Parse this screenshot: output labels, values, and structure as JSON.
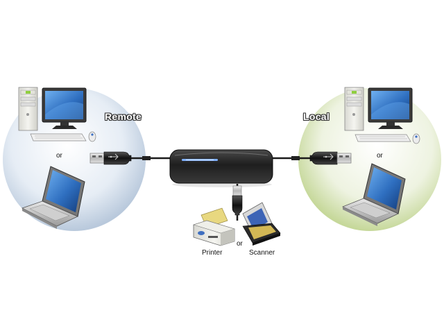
{
  "labels": {
    "remote": "Remote",
    "local": "Local",
    "or_left": "or",
    "or_right": "or",
    "or_middle": "or",
    "printer": "Printer",
    "scanner": "Scanner"
  },
  "colors": {
    "remote_circle": "#b9c9dc",
    "local_circle": "#c6d89a",
    "hub_body": "#2b2b2b",
    "hub_light": "#7fb0ff",
    "cable": "#1a1a1a",
    "monitor_screen": "#2f6fc0",
    "printer_paper": "#e8d880",
    "scanner_screen": "#3d64b6"
  },
  "icons": [
    "desktop-pc-icon",
    "laptop-icon",
    "usb-plug-icon",
    "usb-hub-device-icon",
    "printer-icon",
    "scanner-icon",
    "mouse-icon",
    "keyboard-icon"
  ]
}
